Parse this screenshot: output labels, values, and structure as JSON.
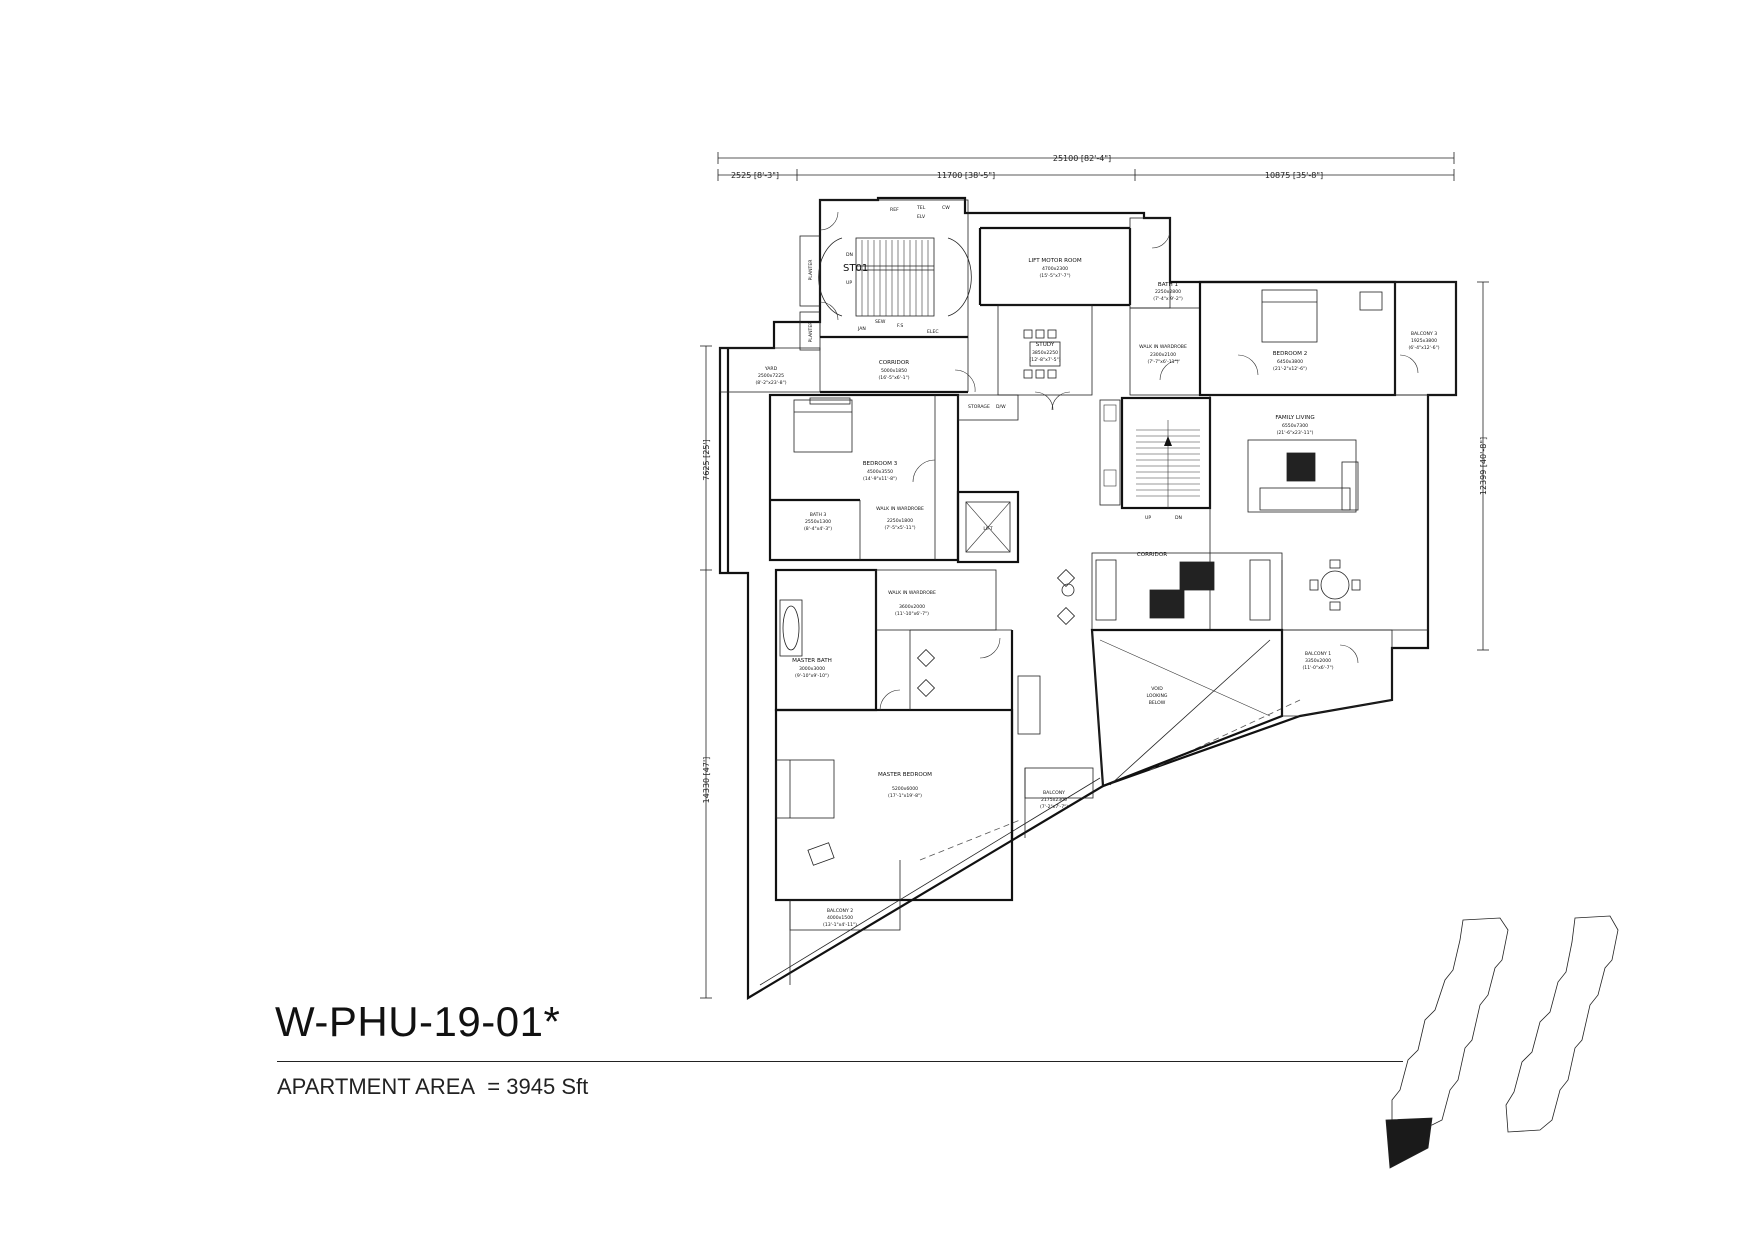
{
  "unit": {
    "code": "W-PHU-19-01*",
    "area_label": "APARTMENT AREA",
    "area_eq": "=",
    "area_value": "3945 Sft"
  },
  "dimensions": {
    "overall": "25100 [82'-4\"]",
    "seg1": "2525 [8'-3\"]",
    "seg2": "11700 [38'-5\"]",
    "seg3": "10875 [35'-8\"]",
    "left_top": "7625 [25']",
    "left_bottom": "14330 [47']",
    "right": "12399 [40'-8\"]"
  },
  "rooms": {
    "stair_code": "ST01",
    "dn": "DN",
    "up": "UP",
    "ref": "REF",
    "tel": "TEL",
    "elv": "ELV",
    "cw": "CW",
    "sew": "SEW",
    "fs": "F.S",
    "elec": "ELEC",
    "jan": "JAN",
    "planter1": "PLANTER",
    "planter2": "PLANTER",
    "lift_motor": {
      "name": "LIFT MOTOR ROOM",
      "size": "4700x2300",
      "imp": "(15'-5\"x7'-7\")"
    },
    "study": {
      "name": "STUDY",
      "size": "3850x2250",
      "imp": "(12'-8\"x7'-5\")"
    },
    "bath1": {
      "name": "BATH 1",
      "size": "2250x2800",
      "imp": "(7'-4\"x 9'-2\")"
    },
    "walkin1": {
      "name": "WALK IN WARDROBE",
      "size": "2300x2100",
      "imp": "(7'-7\"x6'-11\")"
    },
    "bedroom2": {
      "name": "BEDROOM 2",
      "size": "6450x3800",
      "imp": "(21'-2\"x12'-6\")"
    },
    "balcony3": {
      "name": "BALCONY 3",
      "size": "1925x3800",
      "imp": "(6'-4\"x12'-6\")"
    },
    "yard": {
      "name": "YARD",
      "size": "2500x7225",
      "imp": "(8'-2\"x23'-8\")"
    },
    "corridor1": {
      "name": "CORRIDOR",
      "size": "5000x1850",
      "imp": "(16'-5\"x6'-1\")"
    },
    "storage": "STORAGE",
    "dw": "D/W",
    "bedroom3": {
      "name": "BEDROOM 3",
      "size": "4500x3550",
      "imp": "(14'-9\"x11'-8\")"
    },
    "walkin3": {
      "name": "WALK IN WARDROBE",
      "size": "2250x1800",
      "imp": "(7'-5\"x5'-11\")"
    },
    "bath3": {
      "name": "BATH 3",
      "size": "2550x1300",
      "imp": "(8'-4\"x4'-3\")"
    },
    "lift": "LIFT",
    "family": {
      "name": "FAMILY LIVING",
      "size": "6550x7300",
      "imp": "(21'-6\"x23'-11\")"
    },
    "corridor2": "CORRIDOR",
    "walkin_master": {
      "name": "WALK IN WARDROBE",
      "size": "3600x2000",
      "imp": "(11'-10\"x6'-7\")"
    },
    "master_bath": {
      "name": "MASTER BATH",
      "size": "3000x3000",
      "imp": "(9'-10\"x9'-10\")"
    },
    "master_bed": {
      "name": "MASTER BEDROOM",
      "size": "5200x6000",
      "imp": "(17'-1\"x19'-8\")"
    },
    "balcony": {
      "name": "BALCONY",
      "size": "2175x2300",
      "imp": "(7'-2\"x7'-7\")"
    },
    "balcony2": {
      "name": "BALCONY 2",
      "size": "4000x1500",
      "imp": "(13'-1\"x4'-11\")"
    },
    "balcony1": {
      "name": "BALCONY 1",
      "size": "3350x2000",
      "imp": "(11'-0\"x6'-7\")"
    },
    "void": {
      "l1": "VOID",
      "l2": "LOOKING",
      "l3": "BELOW"
    },
    "stair_up": "UP",
    "stair_dn": "DN"
  },
  "colors": {
    "ink": "#111111",
    "key_highlight": "#1a1a1a"
  }
}
